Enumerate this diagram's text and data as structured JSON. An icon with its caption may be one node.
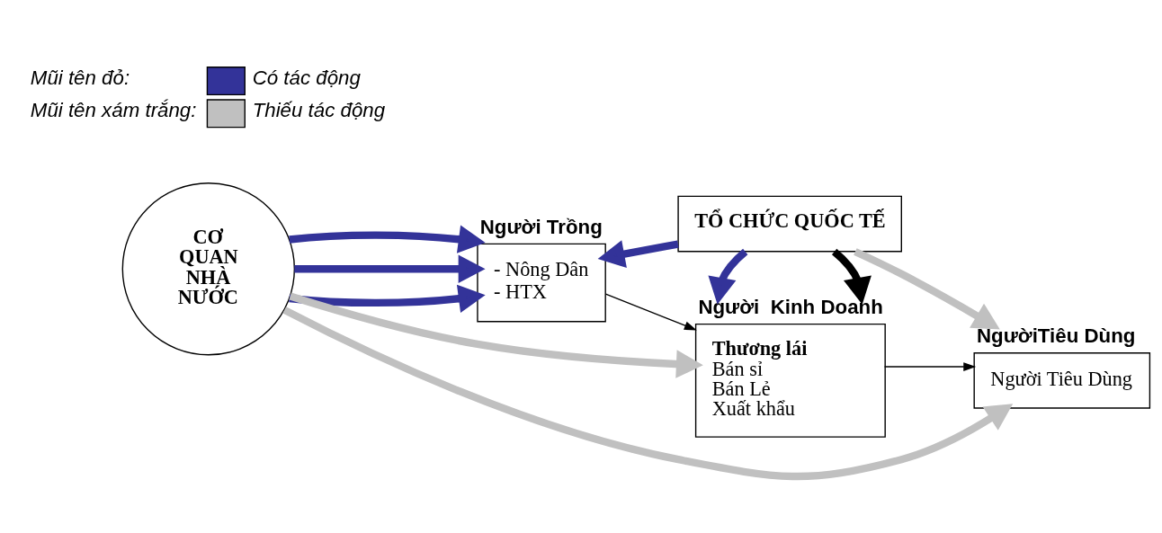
{
  "diagram": {
    "nodes": [
      {
        "text": [
          "CƠ QUAN NHÀ NƯỚC"
        ]
      },
      {
        "text": [
          "Người Trồng",
          "- Nông Dân",
          "- HTX"
        ]
      },
      {
        "text": [
          "Người  Kinh Doanh",
          "Thương lái",
          "Bán sỉ",
          "Bán Lẻ",
          "Xuất khẩu"
        ]
      },
      {
        "text": [
          "NgườiTiêu Dùng",
          "Người Tiêu Dùng"
        ]
      },
      {
        "text": [
          "TỔ CHỨC QUỐC TẾ"
        ]
      }
    ],
    "edges": [
      {
        "from": 0,
        "to": 1,
        "arrow": "to",
        "color": "#333399"
      },
      {
        "from": 0,
        "to": 1,
        "arrow": "to",
        "color": "#333399"
      },
      {
        "from": 0,
        "to": 1,
        "arrow": "to",
        "color": "#333399"
      },
      {
        "from": 1,
        "to": 2,
        "arrow": "to",
        "color": "#000000"
      },
      {
        "from": 2,
        "to": 3,
        "arrow": "to",
        "color": "#000000"
      },
      {
        "from": 4,
        "to": 1,
        "arrow": "to",
        "color": "#333399"
      },
      {
        "from": 4,
        "to": 2,
        "arrow": "to",
        "color": "#000000"
      },
      {
        "from": 4,
        "to": 2,
        "arrow": "to",
        "color": "#333399"
      },
      {
        "from": 4,
        "to": 3,
        "arrow": "to",
        "color": "#c0c0c0"
      },
      {
        "from": 0,
        "to": 2,
        "arrow": "to",
        "color": "#c0c0c0"
      },
      {
        "from": 0,
        "to": 3,
        "arrow": "to",
        "color": "#c0c0c0"
      }
    ],
    "labels": [
      "Mũi tên đỏ:",
      "Mũi tên xám trắng:"
    ],
    "legend": [
      {
        "text": "Có tác động"
      },
      {
        "text": "Thiếu tác động"
      }
    ]
  }
}
